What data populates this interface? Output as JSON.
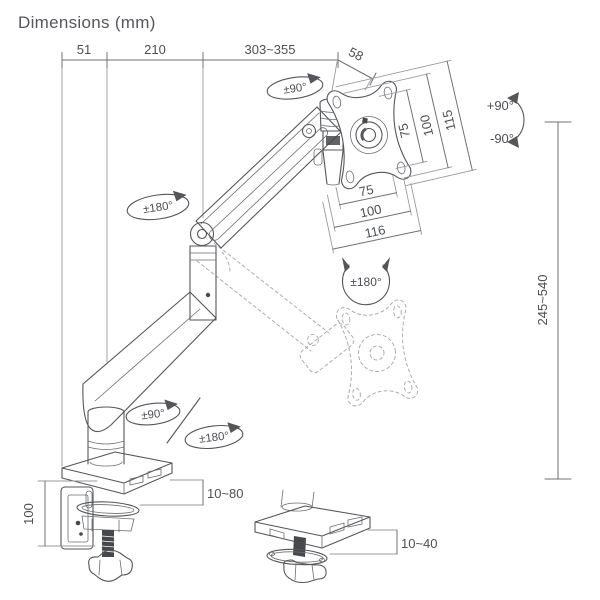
{
  "title": "Dimensions (mm)",
  "dimensions": {
    "top": {
      "base_offset": "51",
      "rear_arm": "210",
      "front_arm_reach": "303~355",
      "head_depth": "58"
    },
    "vesa_vertical": {
      "inner": "75",
      "middle": "100",
      "outer": "115"
    },
    "vesa_horizontal": {
      "inner": "75",
      "middle": "100",
      "outer": "116"
    },
    "height_range": "245~540",
    "clamp_body_height": "100",
    "clamp_desk_thickness": "10~80",
    "grommet_desk_thickness": "10~40"
  },
  "rotations": {
    "head_swivel": "±90°",
    "arm_joint": "±180°",
    "vesa_plate": "±180°",
    "tilt_up": "+90°",
    "tilt_down": "-90°",
    "base_swivel": "±90°",
    "base_joint": "±180°"
  },
  "colors": {
    "line": "#54565a",
    "dimension": "#6e7174",
    "extension": "#979a9e",
    "ghost": "#aaadb0",
    "text": "#4c4f53"
  }
}
